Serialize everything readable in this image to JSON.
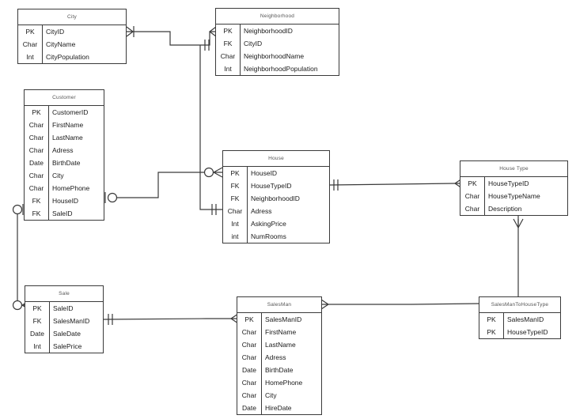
{
  "diagram": {
    "type": "entity-relationship-diagram",
    "notation": "crows-foot",
    "line_color": "#3a3a3a",
    "background": "#ffffff",
    "entities": [
      {
        "id": "city",
        "title": "City",
        "attributes": [
          {
            "key": "PK",
            "name": "CityID"
          },
          {
            "key": "Char",
            "name": "CityName"
          },
          {
            "key": "Int",
            "name": "CityPopulation"
          }
        ]
      },
      {
        "id": "neighborhood",
        "title": "Neighborhood",
        "attributes": [
          {
            "key": "PK",
            "name": "NeighborhoodID"
          },
          {
            "key": "FK",
            "name": "CityID"
          },
          {
            "key": "Char",
            "name": "NeighborhoodName"
          },
          {
            "key": "Int",
            "name": "NeighborhoodPopulation"
          }
        ]
      },
      {
        "id": "customer",
        "title": "Customer",
        "attributes": [
          {
            "key": "PK",
            "name": "CustomerID"
          },
          {
            "key": "Char",
            "name": "FirstName"
          },
          {
            "key": "Char",
            "name": "LastName"
          },
          {
            "key": "Char",
            "name": "Adress"
          },
          {
            "key": "Date",
            "name": "BirthDate"
          },
          {
            "key": "Char",
            "name": "City"
          },
          {
            "key": "Char",
            "name": "HomePhone"
          },
          {
            "key": "FK",
            "name": "HouseID"
          },
          {
            "key": "FK",
            "name": "SaleID"
          }
        ]
      },
      {
        "id": "house",
        "title": "House",
        "attributes": [
          {
            "key": "PK",
            "name": "HouseID"
          },
          {
            "key": "FK",
            "name": "HouseTypeID"
          },
          {
            "key": "FK",
            "name": "NeighborhoodID"
          },
          {
            "key": "Char",
            "name": "Adress"
          },
          {
            "key": "Int",
            "name": "AskingPrice"
          },
          {
            "key": "int",
            "name": "NumRooms"
          }
        ]
      },
      {
        "id": "house_type",
        "title": "House Type",
        "attributes": [
          {
            "key": "PK",
            "name": "HouseTypeID"
          },
          {
            "key": "Char",
            "name": "HouseTypeName"
          },
          {
            "key": "Char",
            "name": "Description"
          }
        ]
      },
      {
        "id": "sale",
        "title": "Sale",
        "attributes": [
          {
            "key": "PK",
            "name": "SaleID"
          },
          {
            "key": "FK",
            "name": "SalesManID"
          },
          {
            "key": "Date",
            "name": "SaleDate"
          },
          {
            "key": "Int",
            "name": "SalePrice"
          }
        ]
      },
      {
        "id": "salesman",
        "title": "SalesMan",
        "attributes": [
          {
            "key": "PK",
            "name": "SalesManID"
          },
          {
            "key": "Char",
            "name": "FirstName"
          },
          {
            "key": "Char",
            "name": "LastName"
          },
          {
            "key": "Char",
            "name": "Adress"
          },
          {
            "key": "Date",
            "name": "BirthDate"
          },
          {
            "key": "Char",
            "name": "HomePhone"
          },
          {
            "key": "Char",
            "name": "City"
          },
          {
            "key": "Date",
            "name": "HireDate"
          }
        ]
      },
      {
        "id": "salesman_to_house_type",
        "title": "SalesManToHouseType",
        "attributes": [
          {
            "key": "PK",
            "name": "SalesManID"
          },
          {
            "key": "PK",
            "name": "HouseTypeID"
          }
        ]
      }
    ],
    "relationships": [
      {
        "from": "city",
        "to": "neighborhood",
        "from_end": "many-one",
        "to_end": "many"
      },
      {
        "from": "neighborhood",
        "to": "house",
        "from_end": "one-one",
        "to_end": "zero-many"
      },
      {
        "from": "customer",
        "to": "house",
        "from_end": "zero-one",
        "to_end": "one-one"
      },
      {
        "from": "customer",
        "to": "sale",
        "from_end": "zero-one",
        "to_end": "zero-many"
      },
      {
        "from": "house",
        "to": "house_type",
        "from_end": "one-one",
        "to_end": "many"
      },
      {
        "from": "sale",
        "to": "salesman",
        "from_end": "one-one",
        "to_end": "many"
      },
      {
        "from": "salesman",
        "to": "salesman_to_house_type",
        "from_end": "many",
        "to_end": "plain"
      },
      {
        "from": "house_type",
        "to": "salesman_to_house_type",
        "from_end": "many",
        "to_end": "plain"
      }
    ]
  }
}
